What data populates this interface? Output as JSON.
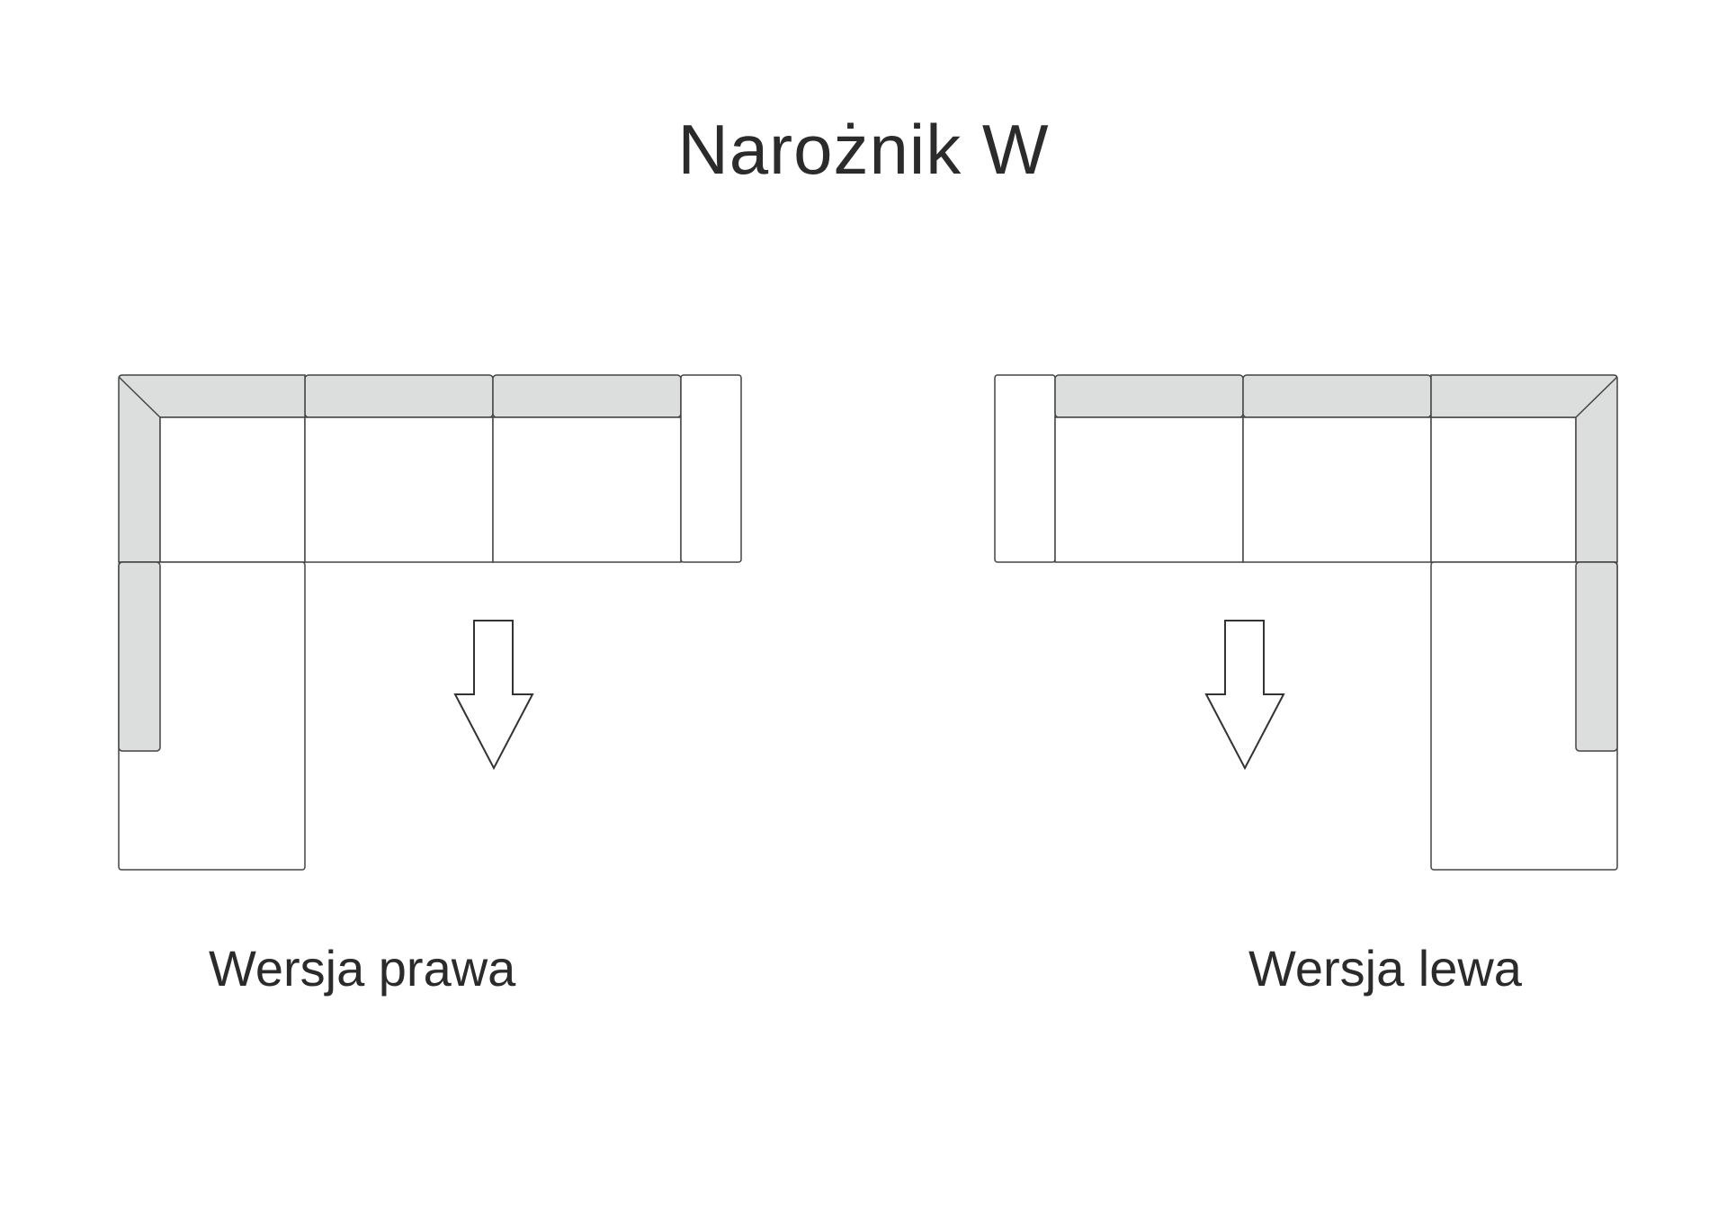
{
  "title": "Narożnik W",
  "variants": [
    {
      "id": "right",
      "label": "Wersja prawa"
    },
    {
      "id": "left",
      "label": "Wersja lewa"
    }
  ],
  "colors": {
    "cushion_fill": "#dcdedd",
    "outline": "#444444",
    "text": "#2b2b2b",
    "background": "#ffffff"
  },
  "icons": [
    "arrow-down-icon",
    "arrow-down-icon"
  ]
}
